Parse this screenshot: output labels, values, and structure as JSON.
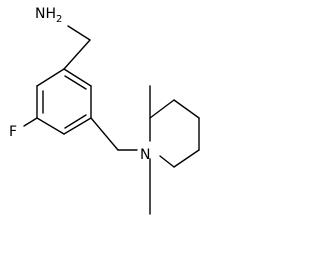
{
  "molecule": {
    "atoms": {
      "amine": {
        "main": "NH",
        "sub": "2"
      },
      "fluorine": "F",
      "nitrogen": "N"
    }
  }
}
